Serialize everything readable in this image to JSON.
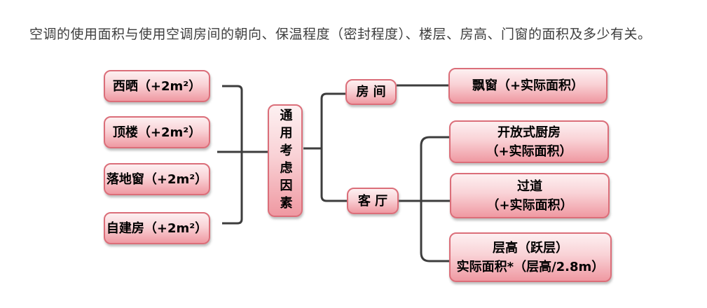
{
  "title": "空调的使用面积与使用空调房间的朝向、保温程度（密封程度）、楼层、房高、门窗的面积及多少有关。",
  "diagram": {
    "left_factors": [
      {
        "label": "西晒（+2m²）"
      },
      {
        "label": "顶楼（+2m²）"
      },
      {
        "label": "落地窗（+2m²）"
      },
      {
        "label": "自建房（+2m²）"
      }
    ],
    "center_node": {
      "label": "通用考虑因素"
    },
    "branch_room": {
      "label": "房 间"
    },
    "branch_living_room": {
      "label": "客 厅"
    },
    "room_items": [
      {
        "label": "飘窗（+实际面积）"
      }
    ],
    "living_room_items": [
      {
        "label": "开放式厨房\n（+实际面积）"
      },
      {
        "label": "过道\n（+实际面积）"
      },
      {
        "label": "层高（跃层）\n实际面积*（层高/2.8m）"
      }
    ],
    "colors": {
      "background": "#ffffff",
      "box_border": "#db6e79",
      "box_gradient_top": "#fdf0f1",
      "box_gradient_bottom": "#ef99a2",
      "box_text": "#000000",
      "connector_line": "#3d3d3d",
      "title_text": "#3d3d3d"
    }
  }
}
